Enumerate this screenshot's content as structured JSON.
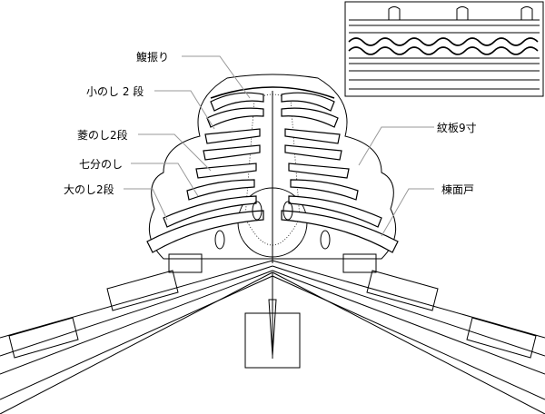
{
  "labels": {
    "hafuri": "鰒振り",
    "konoshi": "小のし 2 段",
    "hishinoshi": "菱のし2段",
    "shichibunoshi": "七分のし",
    "oonoshi": "大のし2段",
    "monita": "紋板9寸",
    "munemendo": "棟面戸"
  },
  "colors": {
    "line": "#000000",
    "leader": "#999999",
    "background": "#ffffff"
  }
}
